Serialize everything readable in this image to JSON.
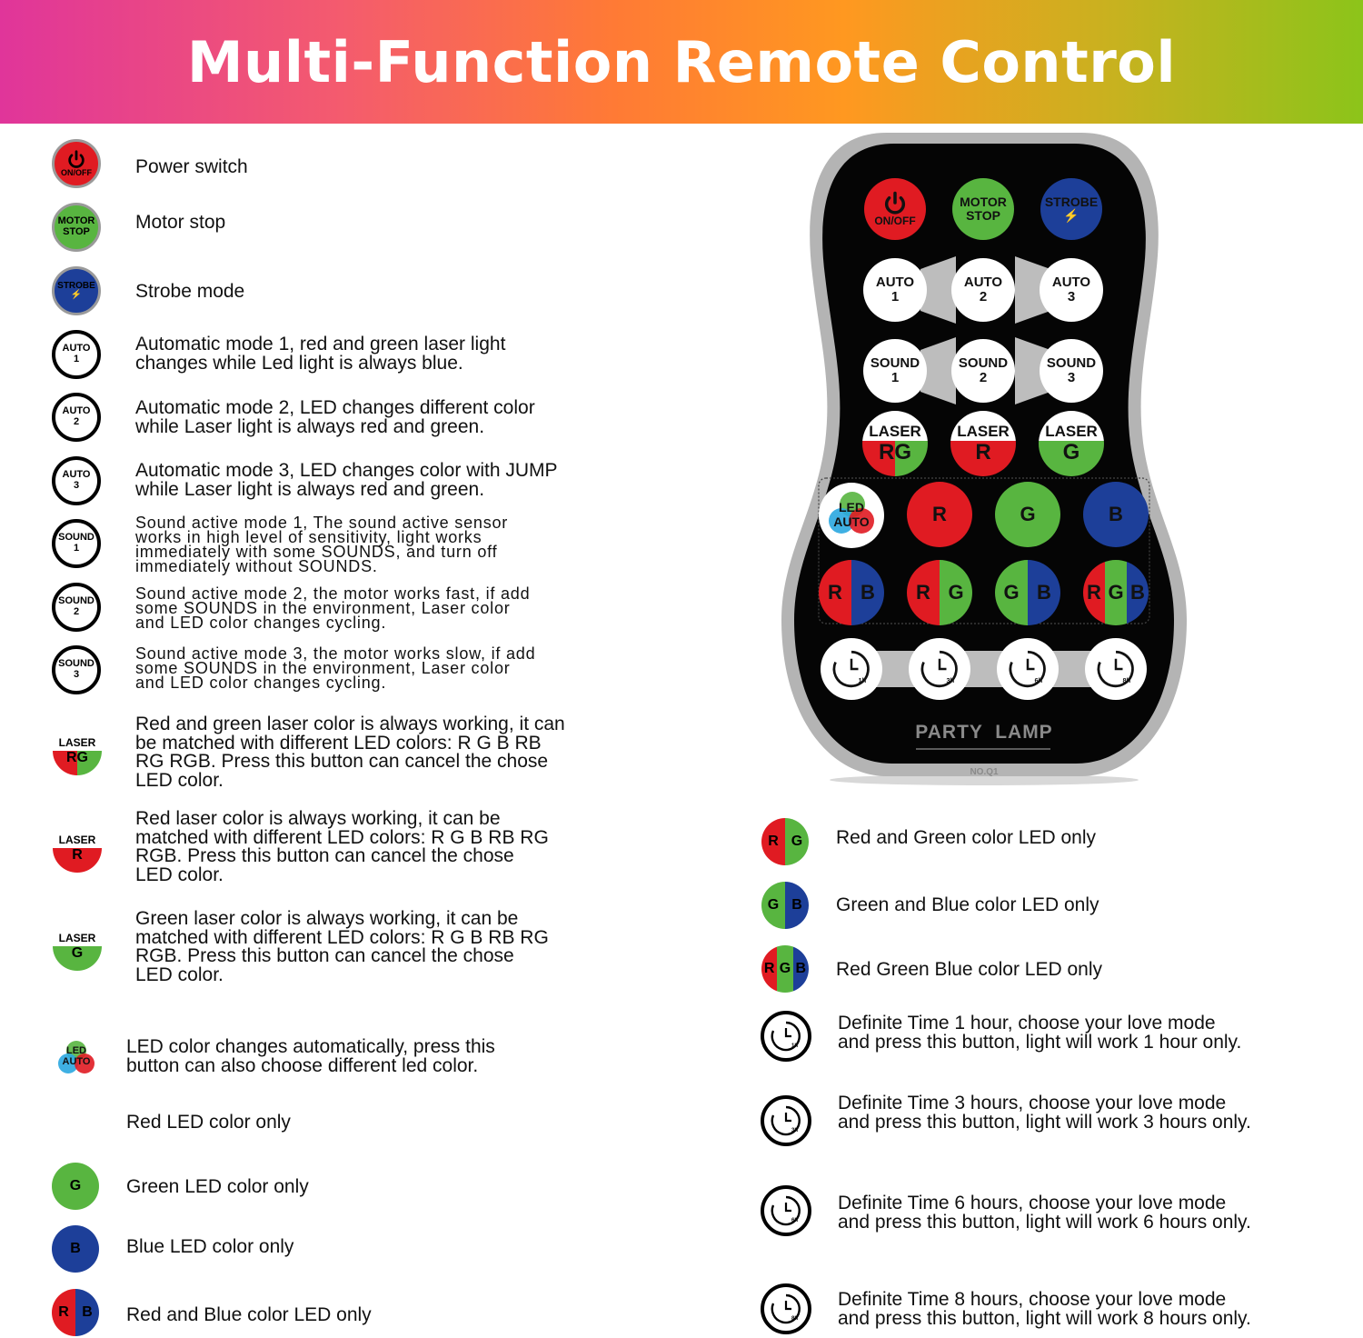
{
  "title": "Multi-Function Remote Control",
  "colors": {
    "red": "#e01b22",
    "green": "#58b540",
    "blue": "#1d3f99",
    "banner_start": "#e0359a",
    "banner_end": "#8cc41a"
  },
  "left_items": [
    {
      "icon": "power-icon",
      "icon_text": [
        "ON/OFF"
      ],
      "text": [
        "Power switch"
      ]
    },
    {
      "icon": "motor-stop-icon",
      "icon_text": [
        "MOTOR",
        "STOP"
      ],
      "text": [
        "Motor stop"
      ]
    },
    {
      "icon": "strobe-icon",
      "icon_text": [
        "STROBE",
        "⚡"
      ],
      "text": [
        "Strobe mode"
      ]
    },
    {
      "icon": "auto-1-icon",
      "icon_text": [
        "AUTO",
        "1"
      ],
      "text": [
        "Automatic mode 1, red and green laser light",
        "changes while Led light is always blue."
      ]
    },
    {
      "icon": "auto-2-icon",
      "icon_text": [
        "AUTO",
        "2"
      ],
      "text": [
        "Automatic mode 2, LED changes different color",
        "while Laser light is always red and green."
      ]
    },
    {
      "icon": "auto-3-icon",
      "icon_text": [
        "AUTO",
        "3"
      ],
      "text": [
        "Automatic mode 3, LED changes color with JUMP",
        "while Laser light is always red and green."
      ]
    },
    {
      "icon": "sound-1-icon",
      "icon_text": [
        "SOUND",
        "1"
      ],
      "text": [
        "Sound active mode 1, The sound active sensor",
        "works in high level of sensitivity, light works",
        "immediately with some SOUNDS, and turn off",
        "immediately without SOUNDS."
      ]
    },
    {
      "icon": "sound-2-icon",
      "icon_text": [
        "SOUND",
        "2"
      ],
      "text": [
        "Sound active mode 2, the motor works fast, if add",
        "some SOUNDS in the environment, Laser color",
        "and LED color changes cycling."
      ]
    },
    {
      "icon": "sound-3-icon",
      "icon_text": [
        "SOUND",
        "3"
      ],
      "text": [
        "Sound active mode 3, the motor works slow, if add",
        "some SOUNDS in the environment, Laser color",
        "and LED color changes cycling."
      ]
    },
    {
      "icon": "laser-rg-icon",
      "icon_text": [
        "LASER",
        "R",
        "G"
      ],
      "text": [
        "Red and green laser color is always working, it can",
        "be matched with different LED colors: R G B RB",
        "RG RGB. Press this button can cancel the chose",
        "LED color."
      ]
    },
    {
      "icon": "laser-r-icon",
      "icon_text": [
        "LASER",
        "R"
      ],
      "text": [
        "Red laser color is always working, it can be",
        "matched with different LED colors: R G B RB RG",
        "RGB. Press this button can cancel the chose",
        "LED color."
      ]
    },
    {
      "icon": "laser-g-icon",
      "icon_text": [
        "LASER",
        "G"
      ],
      "text": [
        "Green laser color is always working, it can be",
        "matched with different LED colors: R G B RB RG",
        "RGB. Press this button can cancel the chose",
        "LED color."
      ]
    },
    {
      "icon": "led-auto-icon",
      "icon_text": [
        "LED",
        "AUTO"
      ],
      "text": [
        "LED color changes automatically, press this",
        "button can also choose different led color."
      ]
    },
    {
      "icon": "red-led-icon",
      "icon_text": [],
      "text": [
        "Red LED color only"
      ]
    },
    {
      "icon": "green-led-icon",
      "icon_text": [
        "G"
      ],
      "text": [
        "Green LED color only"
      ]
    },
    {
      "icon": "blue-led-icon",
      "icon_text": [
        "B"
      ],
      "text": [
        "Blue LED color only"
      ]
    },
    {
      "icon": "red-blue-led-icon",
      "icon_text": [
        "R",
        "B"
      ],
      "text": [
        "Red and Blue color LED  only"
      ]
    }
  ],
  "right_items": [
    {
      "icon": "red-green-led-icon",
      "icon_text": [
        "R",
        "G"
      ],
      "text": [
        "Red and Green color LED only"
      ]
    },
    {
      "icon": "green-blue-led-icon",
      "icon_text": [
        "G",
        "B"
      ],
      "text": [
        "Green and Blue color LED only"
      ]
    },
    {
      "icon": "rgb-led-icon",
      "icon_text": [
        "R",
        "G",
        "B"
      ],
      "text": [
        "Red Green Blue color LED only"
      ]
    },
    {
      "icon": "timer-1h-icon",
      "icon_text": [
        "1h"
      ],
      "text": [
        "Definite Time 1 hour, choose your love mode",
        "and press this button, light will work 1 hour only."
      ]
    },
    {
      "icon": "timer-3h-icon",
      "icon_text": [
        "3h"
      ],
      "text": [
        "Definite Time 3 hours, choose your love mode",
        "and press this button, light will work 3 hours only."
      ]
    },
    {
      "icon": "timer-6h-icon",
      "icon_text": [
        "6h"
      ],
      "text": [
        "Definite Time 6 hours, choose your love mode",
        "and press this button, light will work 6 hours only."
      ]
    },
    {
      "icon": "timer-8h-icon",
      "icon_text": [
        "8h"
      ],
      "text": [
        "Definite Time 8 hours, choose your love mode",
        "and press this button, light will work 8 hours only."
      ]
    }
  ],
  "remote": {
    "brand": "PARTY  LAMP",
    "model": "NO.Q1",
    "power_label": "ON/OFF",
    "motor_label": [
      "MOTOR",
      "STOP"
    ],
    "strobe_label": [
      "STROBE",
      "⚡"
    ],
    "auto_labels": [
      [
        "AUTO",
        "1"
      ],
      [
        "AUTO",
        "2"
      ],
      [
        "AUTO",
        "3"
      ]
    ],
    "sound_labels": [
      [
        "SOUND",
        "1"
      ],
      [
        "SOUND",
        "2"
      ],
      [
        "SOUND",
        "3"
      ]
    ],
    "laser_labels": [
      [
        "LASER",
        "R",
        "G"
      ],
      [
        "LASER",
        "R"
      ],
      [
        "LASER",
        "G"
      ]
    ],
    "led_auto_label": [
      "LED",
      "AUTO"
    ],
    "color_labels": [
      "R",
      "G",
      "B"
    ],
    "combo_labels": [
      [
        "R",
        "B"
      ],
      [
        "R",
        "G"
      ],
      [
        "G",
        "B"
      ],
      [
        "R",
        "G",
        "B"
      ]
    ],
    "timer_labels": [
      "1h",
      "3h",
      "6h",
      "8h"
    ]
  }
}
